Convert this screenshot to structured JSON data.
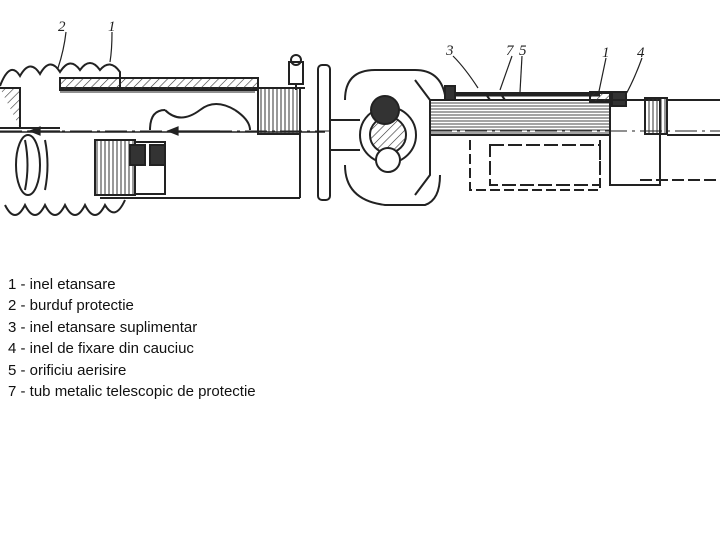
{
  "diagram": {
    "part_numbers": [
      {
        "id": "num-2-left",
        "text": "2"
      },
      {
        "id": "num-1-left",
        "text": "1"
      },
      {
        "id": "num-3",
        "text": "3"
      },
      {
        "id": "num-7",
        "text": "7"
      },
      {
        "id": "num-5",
        "text": "5"
      },
      {
        "id": "num-1-right",
        "text": "1"
      },
      {
        "id": "num-4",
        "text": "4"
      }
    ]
  },
  "legend": {
    "items": [
      "1 - inel etansare",
      "2 - burduf protectie",
      "3 - inel etansare suplimentar",
      "4 - inel de fixare din cauciuc",
      "5 - orificiu aerisire",
      "7 - tub metalic telescopic de protectie"
    ]
  }
}
